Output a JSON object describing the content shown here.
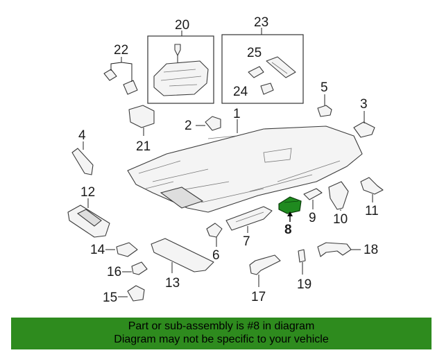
{
  "callouts": {
    "n1": "1",
    "n2": "2",
    "n3": "3",
    "n4": "4",
    "n5": "5",
    "n6": "6",
    "n7": "7",
    "n8": "8",
    "n9": "9",
    "n10": "10",
    "n11": "11",
    "n12": "12",
    "n13": "13",
    "n14": "14",
    "n15": "15",
    "n16": "16",
    "n17": "17",
    "n18": "18",
    "n19": "19",
    "n20": "20",
    "n21": "21",
    "n22": "22",
    "n23": "23",
    "n24": "24",
    "n25": "25"
  },
  "highlight_color": "#1f8a1f",
  "footer": {
    "line1": "Part or sub-assembly is #8 in diagram",
    "line2": "Diagram may not be specific to your vehicle",
    "background": "#2e8b1e"
  }
}
